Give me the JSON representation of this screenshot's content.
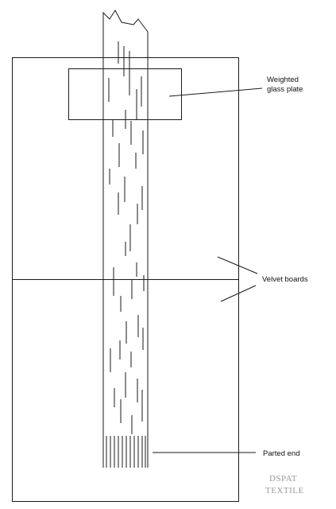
{
  "labels": {
    "weighted_glass_plate": [
      "Weighted",
      "glass plate"
    ],
    "velvet_boards": "Velvet boards",
    "parted_end": "Parted end"
  },
  "watermark": [
    "DSPAT",
    "TEXTILE"
  ],
  "colors": {
    "line": "#1a1a1a",
    "watermark": "#9a9a9a",
    "background": "#ffffff"
  }
}
